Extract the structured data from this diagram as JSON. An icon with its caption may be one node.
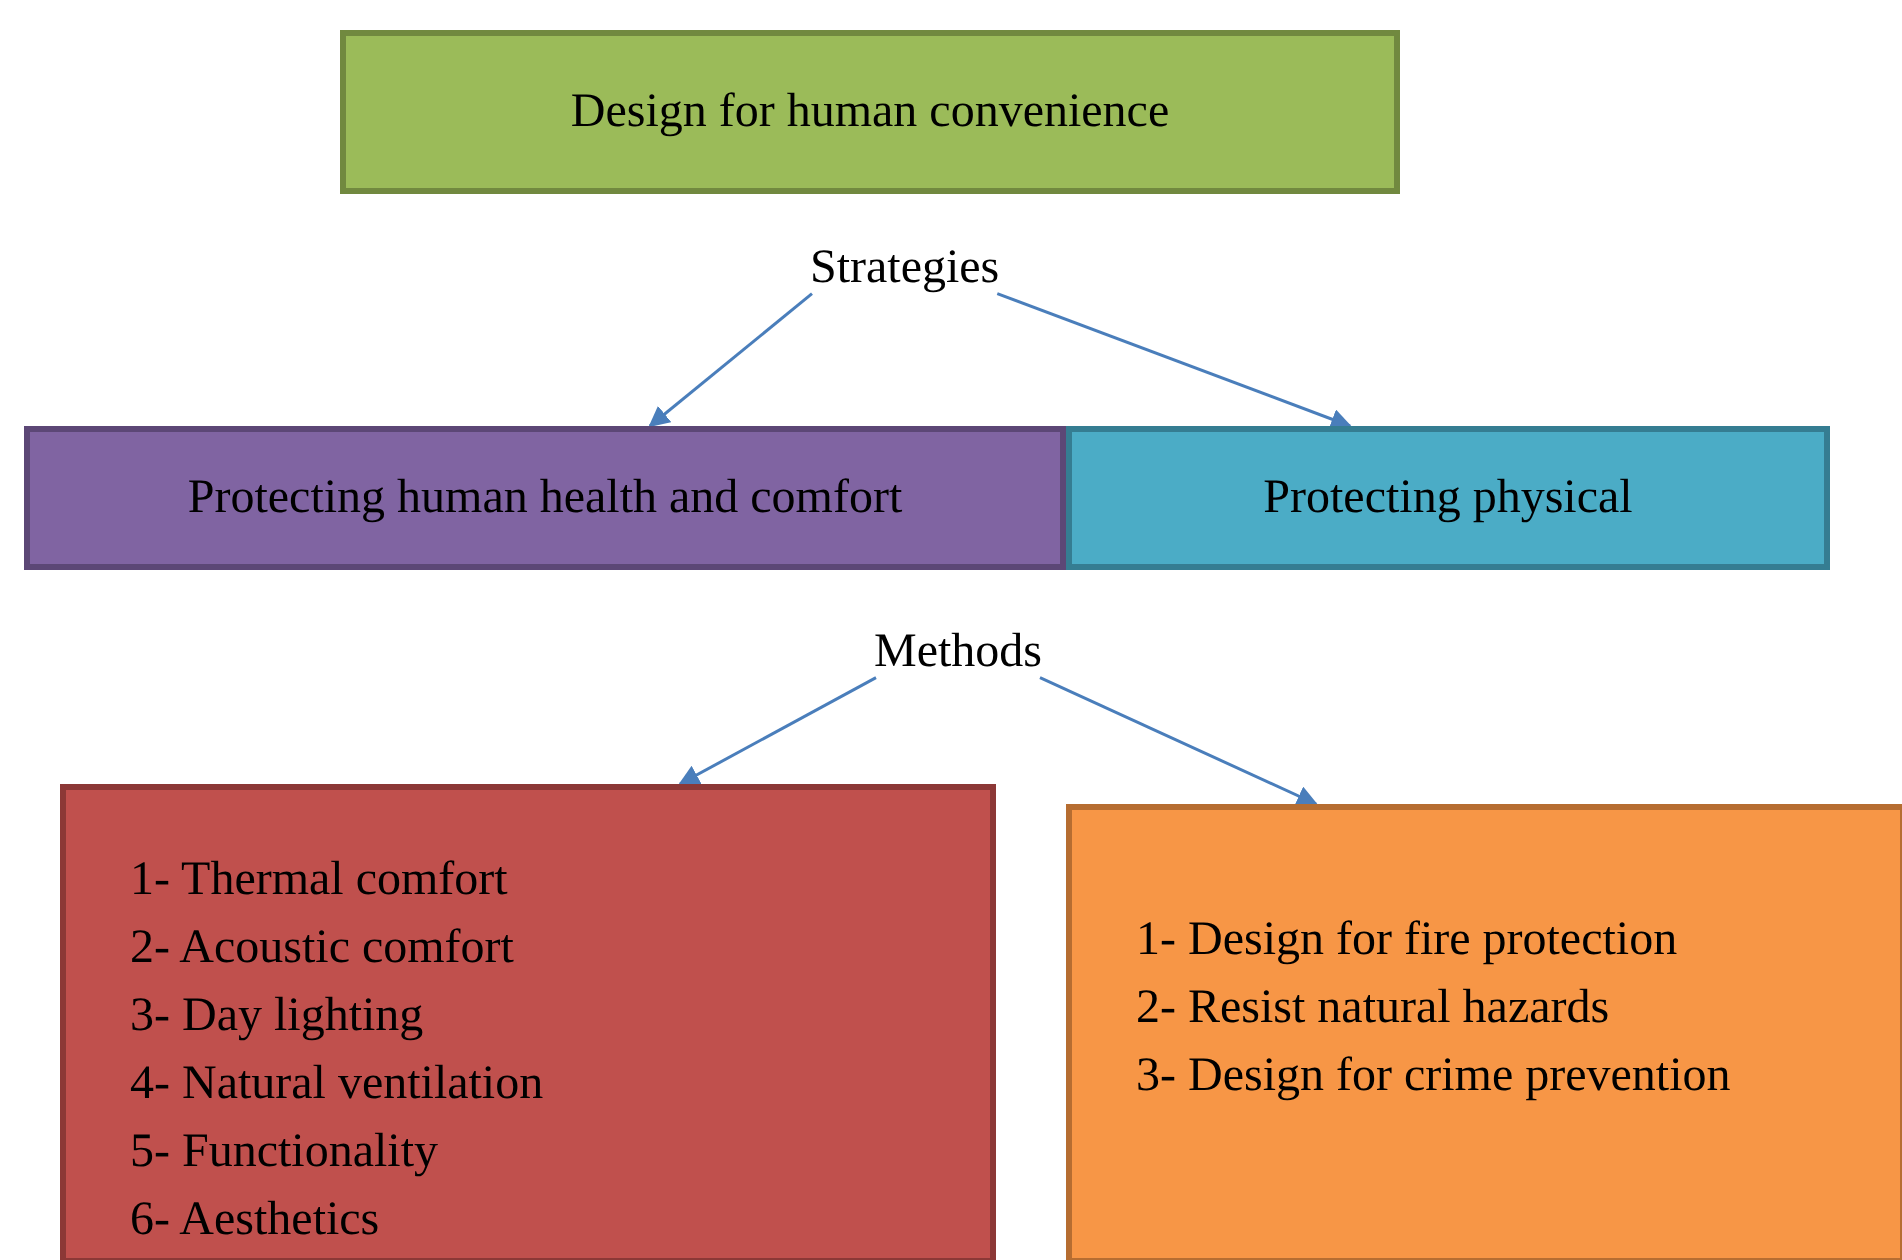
{
  "diagram": {
    "nodes": [
      {
        "text": [
          "Design for human convenience"
        ]
      },
      {
        "text": [
          "Strategies"
        ]
      },
      {
        "text": [
          "Protecting human health and comfort"
        ]
      },
      {
        "text": [
          "Protecting physical"
        ]
      },
      {
        "text": [
          "Methods"
        ]
      },
      {
        "text": [
          "1- Thermal comfort",
          "2- Acoustic comfort",
          "3- Day lighting",
          "4- Natural ventilation",
          "5- Functionality",
          "6- Aesthetics"
        ]
      },
      {
        "text": [
          "1- Design for fire protection",
          "2- Resist natural hazards",
          "3- Design for crime prevention"
        ]
      }
    ],
    "edges": [
      {
        "from": 1,
        "to": 2,
        "arrow": "to"
      },
      {
        "from": 1,
        "to": 3,
        "arrow": "to"
      },
      {
        "from": 4,
        "to": 5,
        "arrow": "to"
      },
      {
        "from": 4,
        "to": 6,
        "arrow": "to"
      }
    ]
  }
}
